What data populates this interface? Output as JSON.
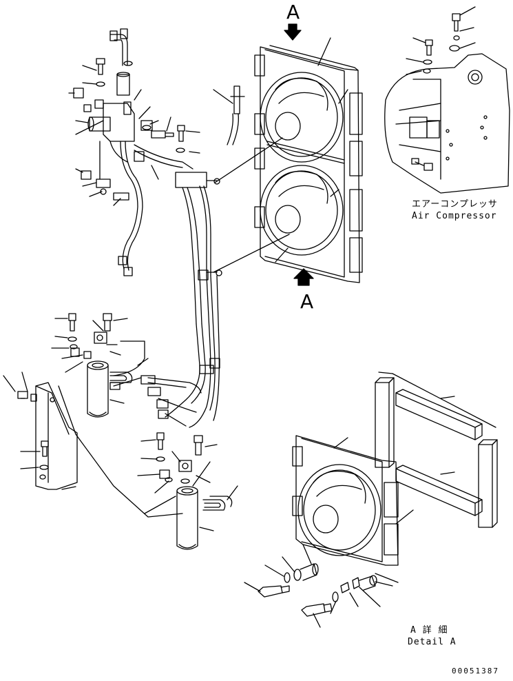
{
  "view_marker_top": "A",
  "view_marker_bottom": "A",
  "air_compressor": {
    "label_jp": "エアーコンプレッサ",
    "label_en": "Air Compressor"
  },
  "detail_a": {
    "label_jp": "A 詳 細",
    "label_en": "Detail A"
  },
  "drawing_number": "00051387",
  "icons": [
    "arrow-down-icon",
    "arrow-up-icon"
  ]
}
